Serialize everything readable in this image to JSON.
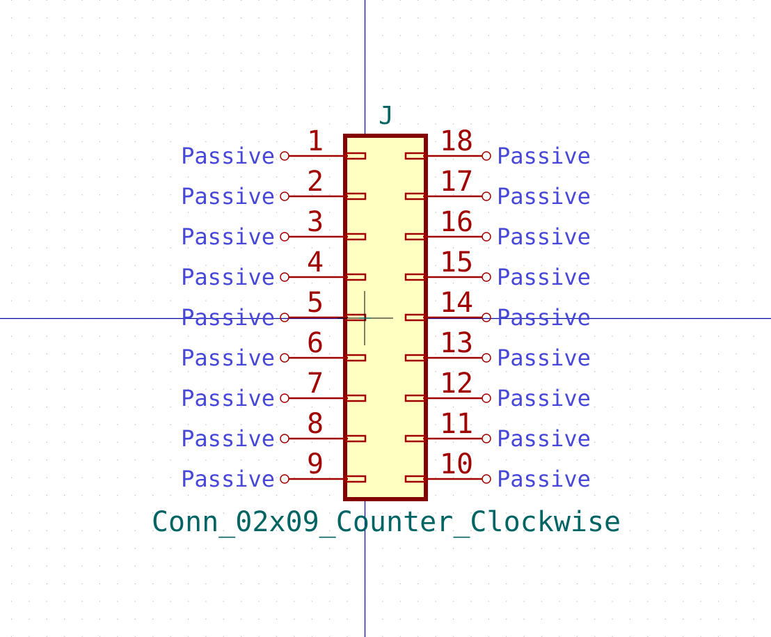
{
  "symbol": {
    "reference": "J",
    "value": "Conn_02x09_Counter_Clockwise"
  },
  "left_pins": [
    {
      "number": "1",
      "type": "Passive"
    },
    {
      "number": "2",
      "type": "Passive"
    },
    {
      "number": "3",
      "type": "Passive"
    },
    {
      "number": "4",
      "type": "Passive"
    },
    {
      "number": "5",
      "type": "Passive"
    },
    {
      "number": "6",
      "type": "Passive"
    },
    {
      "number": "7",
      "type": "Passive"
    },
    {
      "number": "8",
      "type": "Passive"
    },
    {
      "number": "9",
      "type": "Passive"
    }
  ],
  "right_pins": [
    {
      "number": "18",
      "type": "Passive"
    },
    {
      "number": "17",
      "type": "Passive"
    },
    {
      "number": "16",
      "type": "Passive"
    },
    {
      "number": "15",
      "type": "Passive"
    },
    {
      "number": "14",
      "type": "Passive"
    },
    {
      "number": "13",
      "type": "Passive"
    },
    {
      "number": "12",
      "type": "Passive"
    },
    {
      "number": "11",
      "type": "Passive"
    },
    {
      "number": "10",
      "type": "Passive"
    }
  ],
  "colors": {
    "background": "#ffffff",
    "grid": "#b4b4b4",
    "axis": "#0000a0",
    "body_outline": "#840000",
    "body_fill": "#ffffc2",
    "pin": "#a00000",
    "pin_number": "#a00000",
    "pin_type": "#4848d8",
    "field": "#006464"
  }
}
